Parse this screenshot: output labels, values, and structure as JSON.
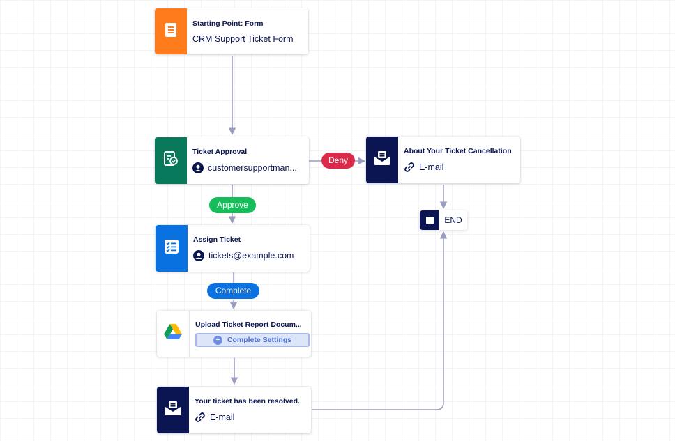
{
  "colors": {
    "form": "#ff7b1c",
    "approval": "#087a5b",
    "assign": "#0a72e0",
    "email": "#0a1551",
    "approve": "#18bd5b",
    "deny": "#dc2a4a",
    "complete": "#0a72e0",
    "connector": "#9a9cc0"
  },
  "nodes": {
    "start": {
      "title": "Starting Point: Form",
      "subtitle": "CRM Support Ticket Form",
      "icon": "form-icon"
    },
    "approval": {
      "title": "Ticket Approval",
      "assignee": "customersupportman...",
      "icon": "approval-icon"
    },
    "cancellation": {
      "title": "About Your Ticket Cancellation",
      "channel": "E-mail",
      "icon": "email-icon"
    },
    "assign": {
      "title": "Assign Ticket",
      "assignee": "tickets@example.com",
      "icon": "task-list-icon"
    },
    "upload": {
      "title": "Upload Ticket Report Docum...",
      "button": "Complete Settings",
      "icon": "google-drive-icon"
    },
    "resolved": {
      "title": "Your ticket has been resolved.",
      "channel": "E-mail",
      "icon": "email-icon"
    },
    "end": {
      "label": "END"
    }
  },
  "edges": {
    "approve": "Approve",
    "deny": "Deny",
    "complete": "Complete"
  }
}
